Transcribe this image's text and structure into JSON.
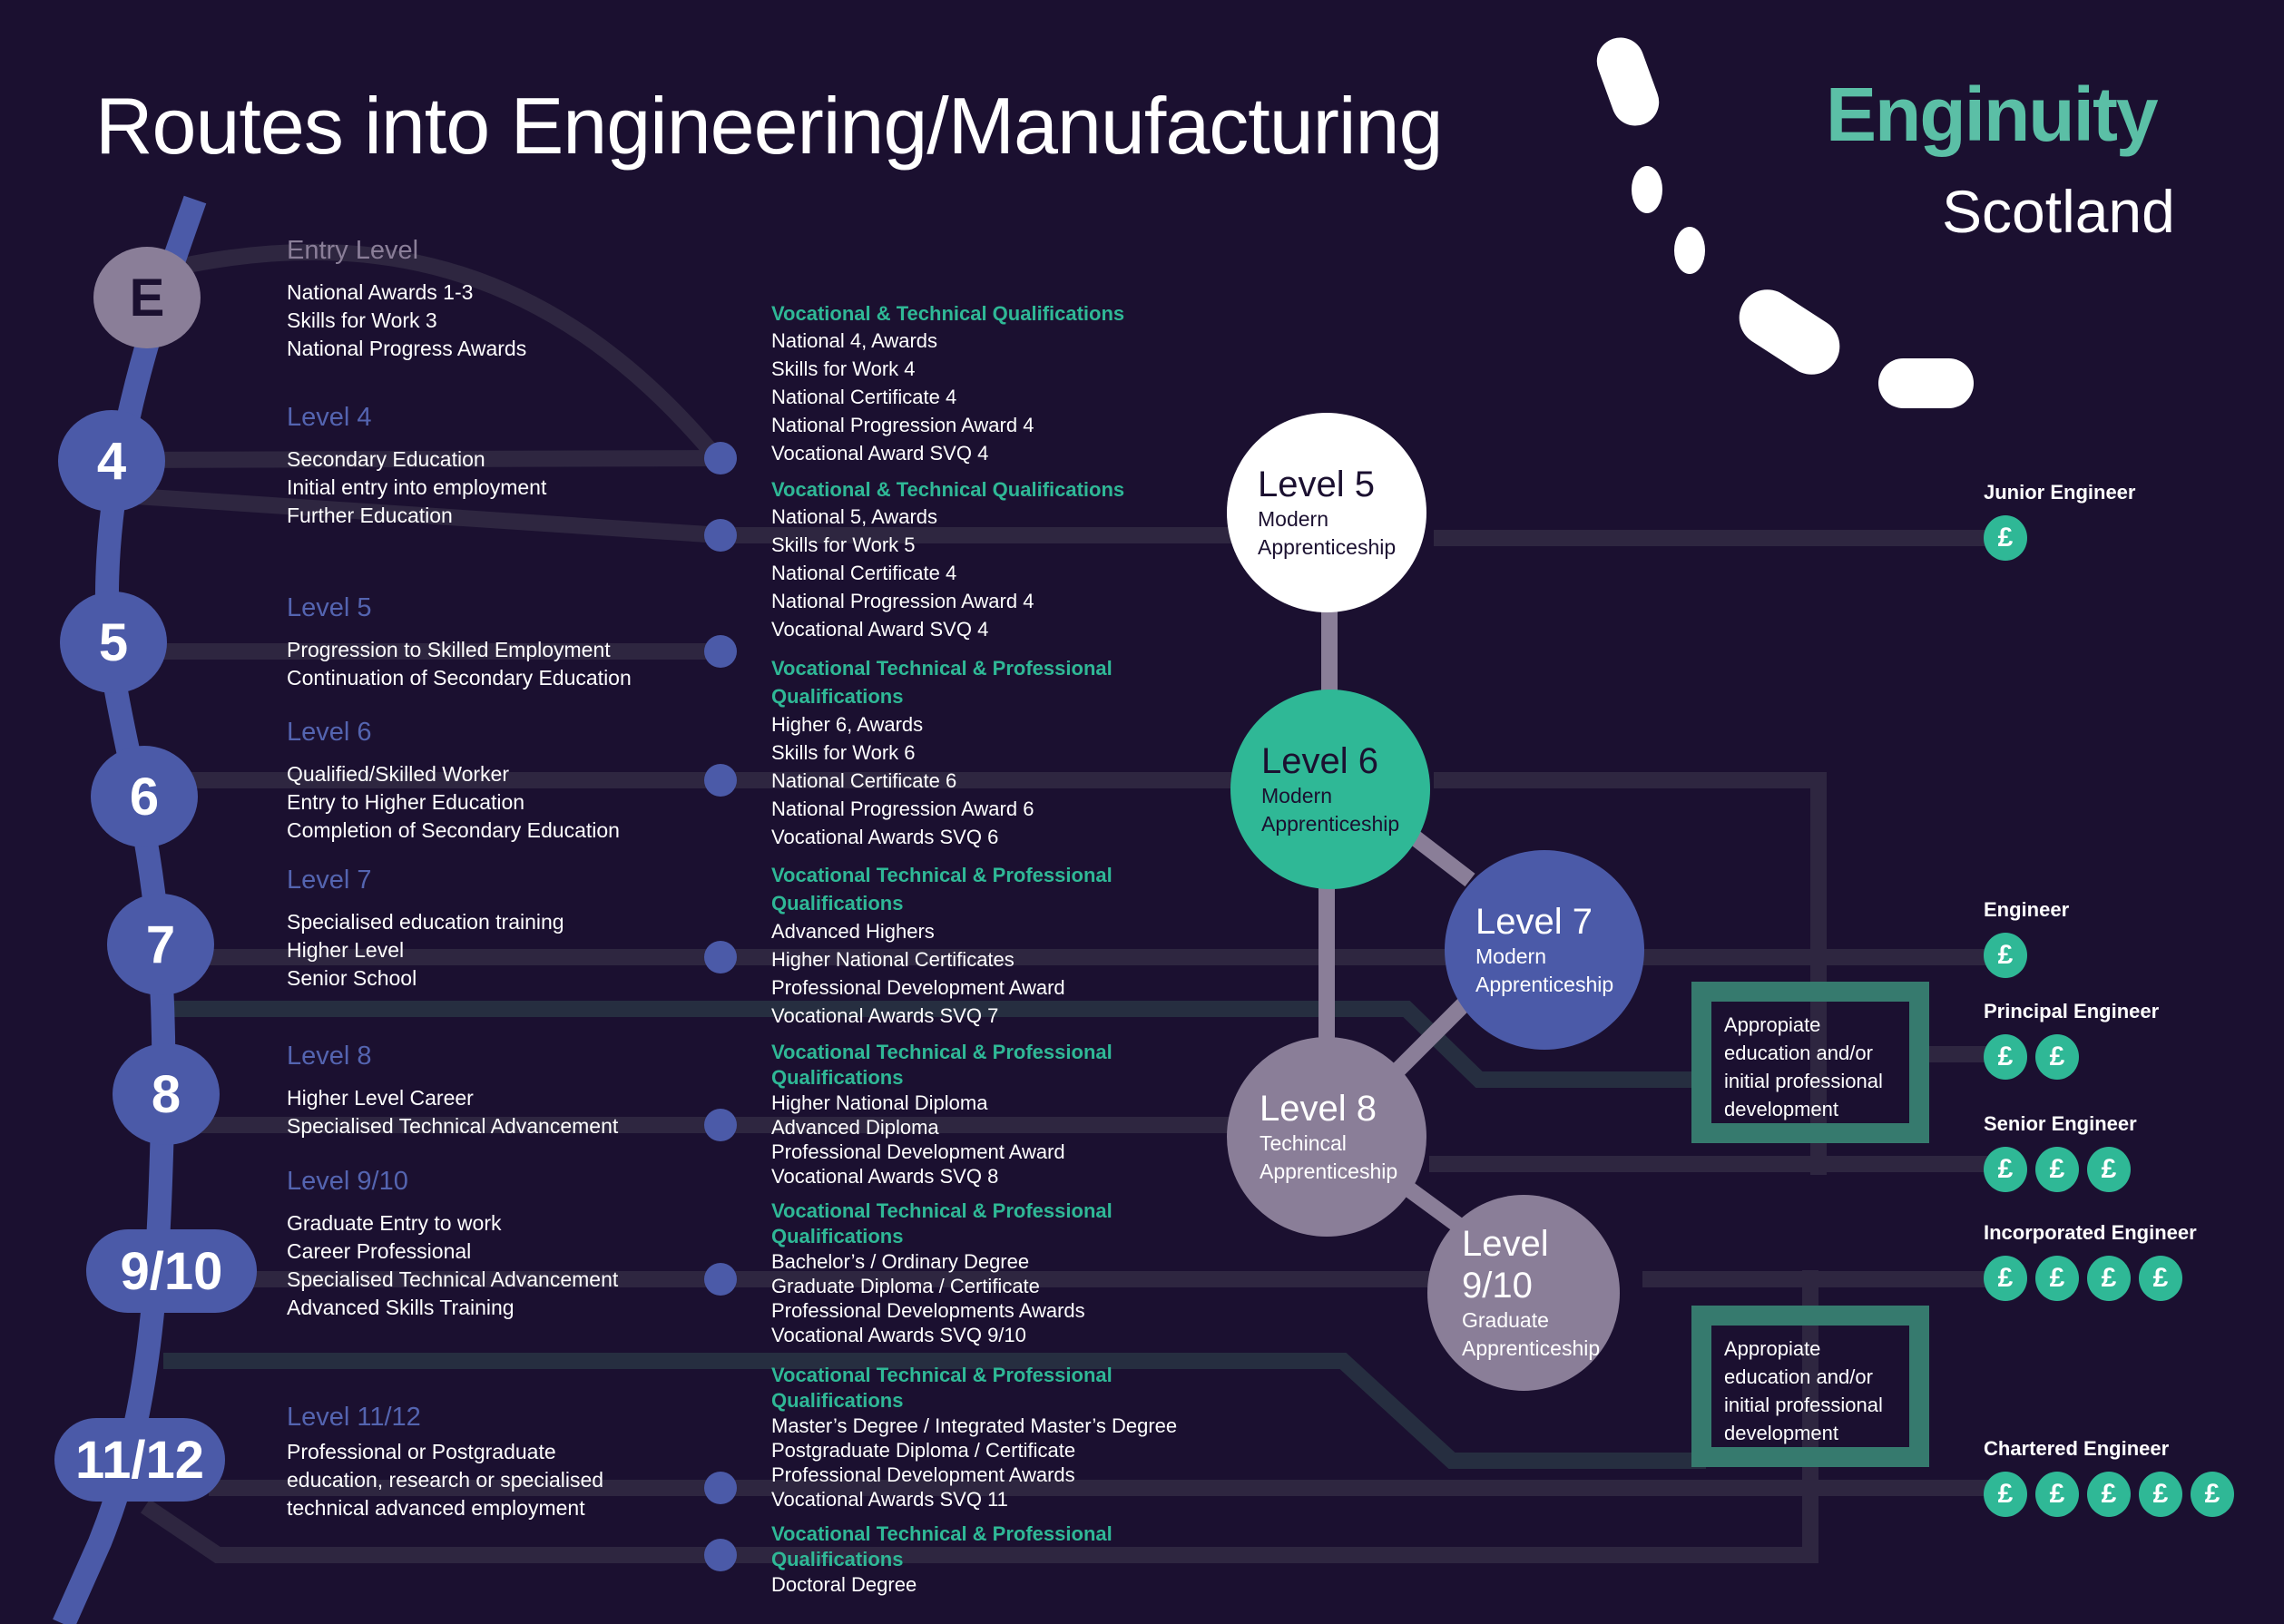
{
  "title": "Routes into Engineering/Manufacturing",
  "brand": {
    "name": "Enginuity",
    "region": "Scotland",
    "color": "#5bbfa6"
  },
  "colors": {
    "background": "#1b1030",
    "level_node": "#4b5aa8",
    "entry_node": "#8a7e98",
    "accent_green": "#2fb896",
    "route_line": "#2e2640",
    "box_border": "#367a6e"
  },
  "levels": [
    {
      "badge": "E",
      "heading": "Entry Level",
      "items": [
        "National Awards 1-3",
        "Skills for Work 3",
        "National Progress Awards"
      ]
    },
    {
      "badge": "4",
      "heading": "Level 4",
      "items": [
        "Secondary Education",
        "Initial entry into employment",
        "Further Education"
      ]
    },
    {
      "badge": "5",
      "heading": "Level 5",
      "items": [
        "Progression to Skilled Employment",
        "Continuation of Secondary Education"
      ]
    },
    {
      "badge": "6",
      "heading": "Level 6",
      "items": [
        "Qualified/Skilled Worker",
        "Entry to Higher Education",
        "Completion of Secondary Education"
      ]
    },
    {
      "badge": "7",
      "heading": "Level 7",
      "items": [
        "Specialised education training",
        "Higher Level",
        "Senior School"
      ]
    },
    {
      "badge": "8",
      "heading": "Level 8",
      "items": [
        "Higher Level Career",
        "Specialised Technical Advancement"
      ]
    },
    {
      "badge": "9/10",
      "heading": "Level 9/10",
      "items": [
        "Graduate Entry to work",
        "Career Professional",
        "Specialised Technical Advancement",
        "Advanced Skills Training"
      ]
    },
    {
      "badge": "11/12",
      "heading": "Level 11/12",
      "items": [
        "Professional or Postgraduate",
        "education, research or specialised",
        "technical advanced employment"
      ]
    }
  ],
  "qualifications": [
    {
      "heading": [
        "Vocational & Technical Qualifications"
      ],
      "items": [
        "National 4, Awards",
        "Skills for Work 4",
        "National Certificate 4",
        "National Progression Award 4",
        "Vocational Award SVQ 4"
      ]
    },
    {
      "heading": [
        "Vocational & Technical Qualifications"
      ],
      "items": [
        "National 5, Awards",
        "Skills for Work 5",
        "National Certificate 4",
        "National Progression Award 4",
        "Vocational Award SVQ 4"
      ]
    },
    {
      "heading": [
        "Vocational Technical & Professional",
        "Qualifications"
      ],
      "items": [
        "Higher 6, Awards",
        "Skills for Work 6",
        "National Certificate 6",
        "National Progression Award 6",
        "Vocational Awards SVQ 6"
      ]
    },
    {
      "heading": [
        "Vocational Technical & Professional",
        "Qualifications"
      ],
      "items": [
        "Advanced Highers",
        "Higher National Certificates",
        "Professional Development Award",
        "Vocational Awards SVQ 7"
      ]
    },
    {
      "heading": [
        "Vocational Technical & Professional",
        "Qualifications"
      ],
      "items": [
        "Higher National Diploma",
        "Advanced Diploma",
        "Professional Development Award",
        "Vocational Awards SVQ 8"
      ]
    },
    {
      "heading": [
        "Vocational Technical & Professional",
        "Qualifications"
      ],
      "items": [
        "Bachelor’s / Ordinary Degree",
        "Graduate Diploma / Certificate",
        "Professional Developments Awards",
        "Vocational Awards SVQ 9/10"
      ]
    },
    {
      "heading": [
        "Vocational Technical & Professional",
        "Qualifications"
      ],
      "items": [
        "Master’s Degree / Integrated Master’s Degree",
        "Postgraduate Diploma / Certificate",
        "Professional Development Awards",
        "Vocational Awards SVQ 11"
      ]
    },
    {
      "heading": [
        "Vocational Technical & Professional",
        "Qualifications"
      ],
      "items": [
        "Doctoral Degree"
      ]
    }
  ],
  "apprenticeships": [
    {
      "level": "Level 5",
      "type": [
        "Modern",
        "Apprenticeship"
      ],
      "color": "#ffffff",
      "text_color": "#1b1030"
    },
    {
      "level": "Level 6",
      "type": [
        "Modern",
        "Apprenticeship"
      ],
      "color": "#2fb896",
      "text_color": "#1b1030"
    },
    {
      "level": "Level 7",
      "type": [
        "Modern",
        "Apprenticeship"
      ],
      "color": "#4b5aa8",
      "text_color": "#ffffff"
    },
    {
      "level": "Level 8",
      "type": [
        "Techincal",
        "Apprenticeship"
      ],
      "color": "#8a7e98",
      "text_color": "#ffffff"
    },
    {
      "level": "Level 9/10",
      "type": [
        "Graduate",
        "Apprenticeship"
      ],
      "color": "#8a7e98",
      "text_color": "#ffffff"
    }
  ],
  "dev_boxes": [
    {
      "lines": [
        "Appropiate",
        "education and/or",
        "initial professional",
        "development"
      ]
    },
    {
      "lines": [
        "Appropiate",
        "education and/or",
        "initial professional",
        "development"
      ]
    }
  ],
  "careers": [
    {
      "title": "Junior Engineer",
      "pay_level": 1
    },
    {
      "title": "Engineer",
      "pay_level": 1
    },
    {
      "title": "Principal Engineer",
      "pay_level": 2
    },
    {
      "title": "Senior Engineer",
      "pay_level": 3
    },
    {
      "title": "Incorporated Engineer",
      "pay_level": 4
    },
    {
      "title": "Chartered Engineer",
      "pay_level": 5
    }
  ],
  "currency_symbol": "£"
}
